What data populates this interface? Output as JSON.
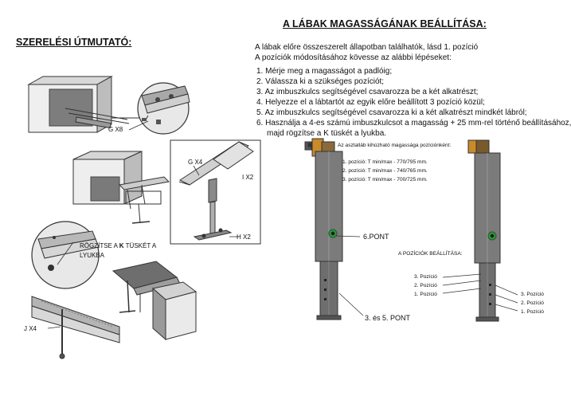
{
  "header": {
    "main_title": "A LÁBAK MAGASSÁGÁNAK BEÁLLÍTÁSA:",
    "left_title": "SZERELÉSI ÚTMUTATÓ:"
  },
  "intro": {
    "line1": "A lábak előre összeszerelt állapotban találhatók, lásd 1. pozíció",
    "line2": "A pozíciók módosításához kövesse az alábbi lépéseket:"
  },
  "steps": [
    "1. Mérje meg a magasságot a padlóig;",
    "2. Válassza ki a szükséges pozíciót;",
    "3. Az imbuszkulcs segítségével csavarozza be a két alkatrészt;",
    "4. Helyezze el a lábtartót az egyik előre beállított 3 pozíció közül;",
    "5. Az imbuszkulcs segítségével csavarozza ki a két alkatrészt mindkét lábról;",
    "6. Használja a 4-es számú imbuszkulcsot a magasság + 25 mm-rel történő beállításához,",
    "majd rögzítse a K tüskét a lyukba."
  ],
  "assembly_labels": {
    "g_x8": "G X8",
    "g_x4": "G X4",
    "i_x2": "I X2",
    "h_x2": "H X2",
    "j_x4": "J X4",
    "fix_pin_prefix": "RÖGZÍTSE A ",
    "fix_pin_k": "K",
    "fix_pin_suffix": " TÜSKÉT A",
    "fix_pin_line2": "LYUKBA"
  },
  "leg_diagram": {
    "caption": "Az asztalláb kihúzható magassága pozíciónként:",
    "positions": [
      "1. pozíció: T min/max - 770/795 mm.",
      "2. pozíció: T min/max - 740/765 mm.",
      "3. pozíció: T min/max - 700/725 mm."
    ],
    "point6": "6.PONT",
    "point35": "3. és 5. PONT",
    "positions_title": "A POZÍCIÓK BEÁLLÍTÁSA:",
    "left_positions": [
      "3. Pozíció",
      "2. Pozíció",
      "1. Pozíció"
    ],
    "right_positions": [
      "3. Pozíció",
      "2. Pozíció",
      "1. Pozíció"
    ]
  },
  "colors": {
    "leg_gray": "#7b7b7b",
    "leg_dark": "#555555",
    "accent_green": "#2e9a3e",
    "bracket_orange": "#c98a2a"
  }
}
